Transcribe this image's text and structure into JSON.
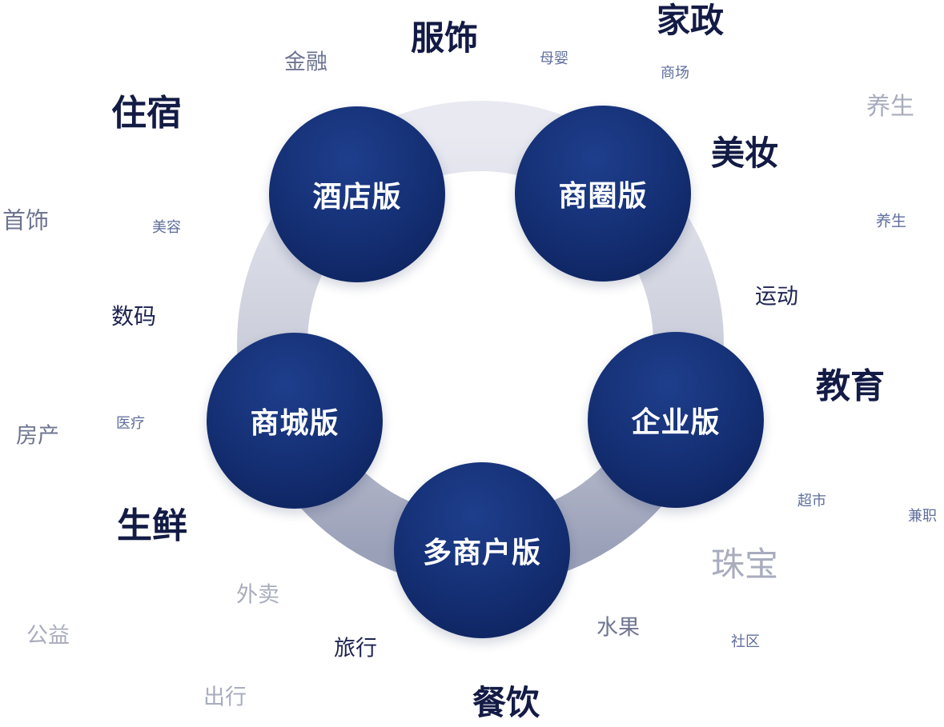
{
  "colors": {
    "ring_outer": "#b9bccd",
    "ring_inner": "#e3e5ee",
    "node_fill": "#142e72",
    "node_text": "#ffffff"
  },
  "nodes": [
    {
      "key": "hotel",
      "label": "酒店版"
    },
    {
      "key": "business-district",
      "label": "商圈版"
    },
    {
      "key": "enterprise",
      "label": "企业版"
    },
    {
      "key": "multi-merchant",
      "label": "多商户版"
    },
    {
      "key": "mall",
      "label": "商城版"
    }
  ],
  "tags": [
    {
      "key": "apparel",
      "label": "服饰"
    },
    {
      "key": "housekeeping",
      "label": "家政"
    },
    {
      "key": "finance",
      "label": "金融"
    },
    {
      "key": "maternal-baby",
      "label": "母婴"
    },
    {
      "key": "shopping-mall",
      "label": "商场"
    },
    {
      "key": "wellness-top",
      "label": "养生"
    },
    {
      "key": "lodging",
      "label": "住宿"
    },
    {
      "key": "beauty-makeup",
      "label": "美妆"
    },
    {
      "key": "jewelry-accessories",
      "label": "首饰"
    },
    {
      "key": "cosmetology",
      "label": "美容"
    },
    {
      "key": "wellness",
      "label": "养生"
    },
    {
      "key": "sports",
      "label": "运动"
    },
    {
      "key": "digital",
      "label": "数码"
    },
    {
      "key": "education",
      "label": "教育"
    },
    {
      "key": "real-estate",
      "label": "房产"
    },
    {
      "key": "medical",
      "label": "医疗"
    },
    {
      "key": "supermarket",
      "label": "超市"
    },
    {
      "key": "part-time",
      "label": "兼职"
    },
    {
      "key": "fresh-food",
      "label": "生鲜"
    },
    {
      "key": "jewelry",
      "label": "珠宝"
    },
    {
      "key": "takeout",
      "label": "外卖"
    },
    {
      "key": "fruit",
      "label": "水果"
    },
    {
      "key": "public-welfare",
      "label": "公益"
    },
    {
      "key": "travel",
      "label": "旅行"
    },
    {
      "key": "community",
      "label": "社区"
    },
    {
      "key": "transport",
      "label": "出行"
    },
    {
      "key": "catering",
      "label": "餐饮"
    }
  ]
}
